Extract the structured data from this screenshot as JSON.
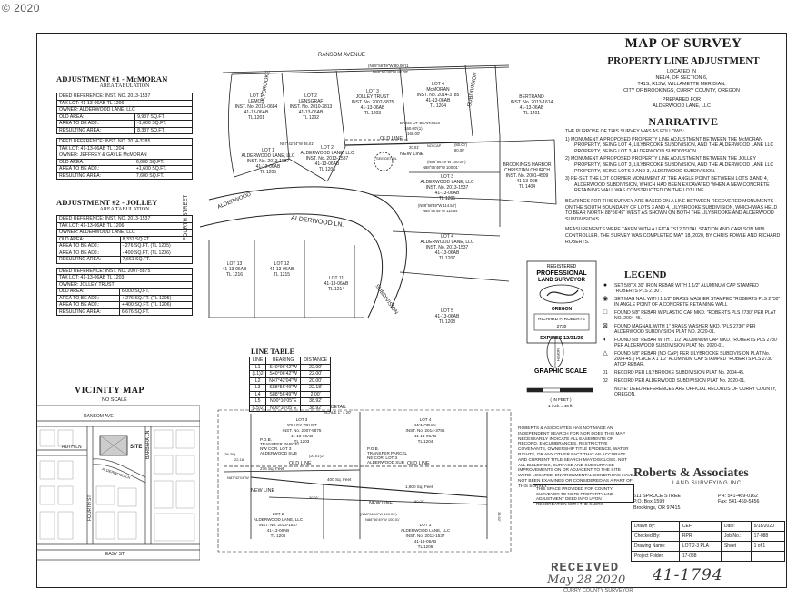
{
  "copyright": "© 2020",
  "title": "MAP OF SURVEY",
  "subtitle": "PROPERTY LINE ADJUSTMENT",
  "location": [
    "LOCATED IN",
    "NE1/4, OF SECTION 6,",
    "T41S, R13W, WILLAMETTE MERIDIAN,",
    "CITY OF BROOKINGS, CURRY COUNTY, OREGON"
  ],
  "prepared_for": [
    "PREPARED FOR",
    "ALDERWOOD LANE, LLC"
  ],
  "narrative": {
    "heading": "NARRATIVE",
    "intro": "THE PURPOSE OF THIS SURVEY WAS AS FOLLOWS:",
    "items": [
      "1)   MONUMENT A PROPOSED PROPERTY LINE ADJUSTMENT BETWEEN THE McMORAN PROPERTY, BEING LOT 4, LILYBROOKE SUBDIVISION, AND THE ALDERWOOD LANE LLC PROPERTY, BEING LOT 3, ALDERWOOD SUBDIVISION.",
      "2)   MONUMENT A PROPOSED PROPERTY LINE ADJUSTMENT BETWEEN THE JOLLEY PROPERTY, BEING LOT 3, LILYBROOKE SUBDIVISION, AND THE ALDERWOOD LANE LLC PROPERTY, BEING LOTS 2 AND 3, ALDERWOOD SUBDIVISION.",
      "3)   RE-SET THE LOT CORNER MONUMENT AT THE ANGLE POINT BETWEEN LOTS 3 AND 4, ALDERWOOD SUBDIVISION, WHICH HAD BEEN EXCAVATED WHEN A NEW CONCRETE RETAINING WALL WAS CONSTRUCTED ON THE LOT LINE"
    ],
    "bearings": "BEARINGS FOR THIS SURVEY ARE BASED ON A LINE BETWEEN RECOVERED MONUMENTS ON THE SOUTH BOUNDARY OF LOTS 3 AND 4, LILYBROOKE SUBDIVISION, WHICH WAS HELD TO BEAR NORTH 88°56'49\" WEST AS SHOWN ON BOTH THE LILYBROOKE AND ALDERWOOD SUBDIVISIONS.",
    "measurements": "MEASUREMENTS WERE TAKEN WITH A LEICA TS12 TOTAL STATION AND CARLSON MINI CONTROLLER. THE SURVEY WAS COMPLETED MAY 18, 2020, BY CHRIS FOWLE AND RICHARD ROBERTS."
  },
  "adjustment1": {
    "heading": "ADJUSTMENT #1 - McMORAN",
    "sub": "AREA TABULATION",
    "t1": [
      [
        "DEED REFERENCE: INST. NO. 2013-1537"
      ],
      [
        "TAX LOT: 41-13-06AB TL 1206"
      ],
      [
        "OWNER: ALDERWOOD LANE, LLC"
      ]
    ],
    "t1vals": [
      [
        "OLD AREA:",
        "9,937 SQ.FT."
      ],
      [
        "AREA TO BE ADJ.:",
        "-1,600 SQ.FT."
      ],
      [
        "RESULTING AREA:",
        "8,337 SQ.FT."
      ]
    ],
    "t2": [
      [
        "DEED REFERENCE: INST. NO. 2014-3785"
      ],
      [
        "TAX LOT: 41-13-06AB TL 1204"
      ],
      [
        "OWNER: JEFFREY & GAYLE McMORAN"
      ]
    ],
    "t2vals": [
      [
        "OLD AREA:",
        "6,000 SQ.FT."
      ],
      [
        "AREA TO BE ADJ.:",
        "+1,600 SQ.FT."
      ],
      [
        "RESULTING AREA:",
        "7,600 SQ.FT."
      ]
    ]
  },
  "adjustment2": {
    "heading": "ADJUSTMENT #2 - JOLLEY",
    "sub": "AREA TABULATION",
    "t1": [
      [
        "DEED REFERENCE: INST. NO. 2013-1537"
      ],
      [
        "TAX LOT: 41-13-06AB TL 1206"
      ],
      [
        "OWNER: ALDERWOOD LANE, LLC"
      ]
    ],
    "t1vals": [
      [
        "OLD AREA:",
        "8,337 SQ.FT."
      ],
      [
        "AREA TO BE ADJ.:",
        "- 276 SQ.FT. (TL 1205)"
      ],
      [
        "AREA TO BE ADJ.:",
        "- 400 SQ.FT. (TL 1206)"
      ],
      [
        "RESULTING AREA:",
        "7,661 SQ.FT."
      ]
    ],
    "t2": [
      [
        "DEED REFERENCE: INST. NO. 2007-5875"
      ],
      [
        "TAX LOT: 41-13-06AB TL 1203"
      ],
      [
        "OWNER: JOLLEY TRUST"
      ]
    ],
    "t2vals": [
      [
        "OLD AREA:",
        "6,000 SQ.FT."
      ],
      [
        "AREA TO BE ADJ.:",
        "+ 276 SQ.FT. (TL 1205)"
      ],
      [
        "AREA TO BE ADJ.:",
        "+ 400 SQ.FT. (TL 1206)"
      ],
      [
        "RESULTING AREA:",
        "6,676 SQ.FT."
      ]
    ]
  },
  "legend": {
    "heading": "LEGEND",
    "items": [
      {
        "sym": "●",
        "text": "SET 5/8\" X 30\" IRON REBAR WITH 1 1/2\" ALUMINUM CAP STAMPED \"ROBERTS PLS 2730\"."
      },
      {
        "sym": "◉",
        "text": "SET MAG NAIL WITH 1 1/2\" BRASS WASHER STAMPED \"ROBERTS PLS 2730\" IN ANGLE POINT OF A CONCRETE RETAINING WALL"
      },
      {
        "sym": "□",
        "text": "FOUND 5/8\" REBAR W/PLASTIC CAP MKD. \"ROBERTS PLS 2730\" PER PLAT NO. 2004-45."
      },
      {
        "sym": "⊠",
        "text": "FOUND MAGNAIL WITH 1\" BRASS WASHER MKD. \"PLS 2730\" PER ALDERWOOD SUBDIVISION PLAT NO. 2020-01."
      },
      {
        "sym": "◐",
        "text": "FOUND 5/8\" REBAR WITH 1 1/2\" ALUMINUM CAP MKD. \"ROBERTS PLS 2730\" PER ALDERWOOD SUBDIVISION PLAT No. 2020-01."
      },
      {
        "sym": "△",
        "text": "FOUND 5/8\" REBAR (NO CAP) PER LILYBROOKE SUBDIVISION PLAT No. 2004-45. | PLACE A 1 1/2\" ALUMINUM CAP STAMPED \"ROBERTS PLS 2730\" ATOP REBAR."
      },
      {
        "sym": "01",
        "text": "RECORD PER LILYBROOKE SUBDIVISION PLAT No. 2004-45."
      },
      {
        "sym": "02",
        "text": "RECORD PER ALDERWOOD SUBDIVISION PLAT No. 2020-01."
      },
      {
        "sym": "",
        "text": "NOTE: DEED REFERENCES ARE OFFICIAL RECORDS OF CURRY COUNTY, OREGON."
      }
    ]
  },
  "surveyor_stamp": {
    "line1": "REGISTERED",
    "line2": "PROFESSIONAL",
    "line3": "LAND SURVEYOR",
    "state": "OREGON",
    "name": "RICHARD P. ROBERTS",
    "number": "2730",
    "expires": "EXPIRES 12/31/20"
  },
  "north": "NORTH",
  "graphic_scale": {
    "label": "GRAPHIC SCALE",
    "unit": "( IN FEET )",
    "ratio": "1 inch = 40 ft."
  },
  "line_table": {
    "heading": "LINE TABLE",
    "cols": [
      "LINE",
      "BEARING",
      "DISTANCE"
    ],
    "rows": [
      [
        "L1",
        "S40°06'42\"W",
        "22.00'"
      ],
      [
        "(L1)2",
        "S40°06'42\"W",
        "22.00'"
      ],
      [
        "L2",
        "N47°42'04\"W",
        "20.00'"
      ],
      [
        "L3",
        "S88°56'49\"W",
        "22.18'"
      ],
      [
        "L4",
        "S88°56'49\"W",
        "2.00'"
      ],
      [
        "L5",
        "N00°10'05\"E",
        "38.92'"
      ],
      [
        "(L5)2",
        "N00°10'05\"E",
        "38.92'"
      ]
    ]
  },
  "vicinity": {
    "heading": "VICINITY MAP",
    "sub": "NO SCALE",
    "labels": [
      "RANSOM AVE",
      "RUTH LN",
      "FOURTH ST",
      "BARBARA LN",
      "EASY ST",
      "SITE",
      "ALDERWOOD LN"
    ]
  },
  "map": {
    "street": "RANSOM AVENUE",
    "fourth": "FOURTH STREET",
    "alderwood": "ALDERWOOD LN.",
    "alderwood2": "ALDERWOOD",
    "sub_alderwood": "SUBDIVISION",
    "sub_lilybrooke": "LILYBROOKE",
    "lots": [
      {
        "t": [
          "LOT 1",
          "LEMOS",
          "INST. No. 2015-0684",
          "41-13-06AB",
          "TL 1201"
        ]
      },
      {
        "t": [
          "LOT 2",
          "LENSGRAF",
          "INST. No. 2010-2813",
          "41-13-06AB",
          "TL 1202"
        ]
      },
      {
        "t": [
          "LOT 3",
          "JOLLEY TRUST",
          "INST. No. 2007-5875",
          "41-13-06AB",
          "TL 1203"
        ]
      },
      {
        "t": [
          "LOT 4",
          "McMORAN",
          "INST. No. 2014-3785",
          "41-13-06AB",
          "TL 1204"
        ]
      },
      {
        "t": [
          "BERTRAND",
          "INST. No. 2013-1614",
          "41-13-06AB",
          "TL 1401"
        ]
      },
      {
        "t": [
          "LOT 1",
          "ALDERWOOD LANE, LLC",
          "INST. No. 2013-1537",
          "41-13-06AB",
          "TL 1205"
        ]
      },
      {
        "t": [
          "LOT 2",
          "ALDERWOOD LANE, LLC",
          "INST. No. 2013-1537",
          "41-13-06AB",
          "TL 1206"
        ]
      },
      {
        "t": [
          "LOT 3",
          "ALDERWOOD LANE, LLC",
          "INST. No. 2013-1537",
          "41-13-06AB",
          "TL 1206"
        ]
      },
      {
        "t": [
          "BROOKINGS HARBOR",
          "CHRISTIAN CHURCH",
          "INST. No. 2001-4509",
          "41-13-06B",
          "TL 1404"
        ]
      },
      {
        "t": [
          "LOT 4",
          "ALDERWOOD LANE, LLC",
          "INST. No. 2013-1537",
          "41-13-06AB",
          "TL 1207"
        ]
      },
      {
        "t": [
          "LOT 5",
          "41-13-06AB",
          "TL 1208"
        ]
      },
      {
        "t": [
          "LOT 11",
          "41-13-06AB",
          "TL 1214"
        ]
      },
      {
        "t": [
          "LOT 12",
          "41-13-06AB",
          "TL 1215"
        ]
      },
      {
        "t": [
          "LOT 13",
          "41-13-06AB",
          "TL 1216"
        ]
      }
    ],
    "bearing_top": "(N88°56'49\"W  80.00')1",
    "bearing_top2": "N88°56'49\"W  80.00'",
    "basis": "BASIS OF BEARINGS",
    "basis2": "160.00'(1)",
    "basis3": "160.00'",
    "oldline": "OLD LINE",
    "newline": "NEW LINE",
    "nocap": "NO CAP",
    "see_detail": "SEE DETAIL",
    "b1": "(N88°56'49\"W  100.00')",
    "b2": "N88°56'49\"W  100.01'",
    "b3": "(N88°56'49\"W  114.54')",
    "b4": "N88°56'49\"W  114.54'",
    "b5": "N87°42'04\"W  46.01'",
    "d1": "20.01'",
    "d2": "80.00'",
    "d3": "(80.00')"
  },
  "detail": {
    "heading": "DETAIL",
    "scale": "SCALE 1\" = 20'",
    "lot3": [
      "LOT 3",
      "JOLLEY TRUST",
      "INST. No. 2007-5875",
      "41-13-06AB",
      "TL 1203"
    ],
    "lot4": [
      "LOT 4",
      "McMORAN",
      "INST. No. 2014-3785",
      "41-13-06AB",
      "TL 1204"
    ],
    "lot2": [
      "LOT 2",
      "ALDERWOOD LANE, LLC",
      "INST. No. 2013-1537",
      "41-13-06AB",
      "TL 1206"
    ],
    "lot3b": [
      "LOT 3",
      "ALDERWOOD LANE, LLC",
      "INST. No. 2013-1537",
      "41-13-06AB",
      "TL 1206"
    ],
    "pob1": [
      "P.O.B.",
      "TRANSFER PARCEL",
      "NW COR. LOT 3",
      "ALDERWOOD SUB"
    ],
    "pob2": [
      "P.O.B.",
      "TRANSFER PARCEL",
      "NE COR. LOT 3",
      "ALDERWOOD SUB"
    ],
    "oldline": "OLD LINE",
    "newline": "NEW LINE",
    "area1": "276 Sq. Feet",
    "area2": "400 Sq. Feet",
    "area3": "1,600 Sq. Feet",
    "b1": "N87°42'04\"W",
    "b2": "(N88°56'49\"W  100.00')",
    "b3": "N88°56'49\"W  100.01'",
    "d1": "20.01'",
    "d2": "80.00'",
    "d3": "22.18'",
    "d4": "38.92'",
    "d5": "(39.36')",
    "d6": "(20.01')2"
  },
  "notice": "ROBERTS & ASSOCIATES HAS NOT MADE AN INDEPENDENT SEARCH FOR NOR DOES THIS MAP NECESSARILY INDICATE ALL EASEMENTS OF RECORD, ENCUMBRANCES, RESTRICTIVE COVENANTS, OWNERSHIP TITLE EVIDENCE, WATER RIGHTS, OR ANY OTHER FACT THAT AN ACCURATE AND CURRENT TITLE SEARCH MAY DISCLOSE. NOT ALL BUILDINGS, SURFACE AND SUBSURFACE IMPROVEMENTS ON OR ADJACENT TO THE SITE WERE LOCATED. ENVIRONMENTAL CONDITIONS HAVE NOT BEEN EXAMINED OR CONSIDERED AS A PART OF THIS SURVEY.",
  "county_note": "THIS SPACE PROVIDED FOR COUNTY SURVEYOR TO NOTE PROPERTY LINE ADJUSTMENT DEED INFO UPON RECORDATION WITH THE CLERK",
  "company": {
    "name": "Roberts & Associates",
    "sub": "LAND SURVEYING INC.",
    "addr": [
      "611 SPRUCE STREET",
      "P.O. Box 1599",
      "Brookings, OR 97415"
    ],
    "phone": [
      "PH: 541-469-0162",
      "Fax: 541-469-5456"
    ]
  },
  "titleblock": [
    [
      "Drawn By:",
      "CEF",
      "Date:",
      "5/18/2020"
    ],
    [
      "Checked By:",
      "RPR",
      "Job No.:",
      "17-088"
    ],
    [
      "Drawing Name:",
      "LOT 2-3 PLA",
      "Sheet",
      "1  of  1"
    ],
    [
      "Project Folder:",
      "17-088",
      "",
      ""
    ]
  ],
  "received": {
    "word": "RECEIVED",
    "date": "May 28 2020",
    "county": "CURRY COUNTY SURVEYOR"
  },
  "file_number": "41-1794"
}
